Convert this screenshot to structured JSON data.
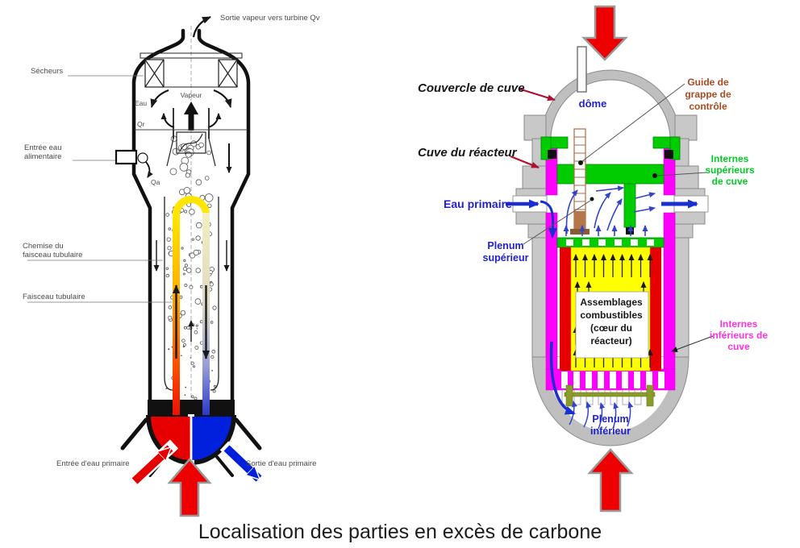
{
  "caption": "Localisation des parties en excès de carbone",
  "palette": {
    "primary_red": "#ee0000",
    "primary_blue": "#0020dd",
    "flow_blue": "#2233cc",
    "vessel_gray": "#bfbfbf",
    "internals_green": "#00cc00",
    "internals_magenta": "#ff00ff",
    "core_yellow": "#ffff00",
    "core_red": "#e60000",
    "hot_leg_orange": "#ff9000",
    "label_dark_red": "#b01030",
    "guide_brown": "#a84a22"
  },
  "left": {
    "title": "steam-generator",
    "labels": {
      "sortie_vapeur": "Sortie vapeur vers turbine Qv",
      "secheurs": "Sécheurs",
      "eau": "Eau",
      "vapeur": "Vapeur",
      "qr": "Qr",
      "entree_alim1": "Entrée eau",
      "entree_alim2": "alimentaire",
      "qa": "Qa",
      "chemise1": "Chemise du",
      "chemise2": "faisceau tubulaire",
      "faisceau": "Faisceau tubulaire",
      "entree_primaire": "Entrée d'eau primaire",
      "sortie_primaire": "Sortie d'eau primaire"
    }
  },
  "right": {
    "title": "reactor-vessel",
    "labels": {
      "couvercle": "Couvercle de cuve",
      "dome": "dôme",
      "guide1": "Guide de",
      "guide2": "grappe de",
      "guide3": "contrôle",
      "cuve": "Cuve du réacteur",
      "internes_sup1": "Internes",
      "internes_sup2": "supérieurs",
      "internes_sup3": "de cuve",
      "eau_primaire": "Eau primaire",
      "plenum_sup1": "Plenum",
      "plenum_sup2": "supérieur",
      "assemblages1": "Assemblages",
      "assemblages2": "combustibles",
      "assemblages3": "(cœur du",
      "assemblages4": "réacteur)",
      "internes_inf1": "Internes",
      "internes_inf2": "inférieurs de",
      "internes_inf3": "cuve",
      "plenum_inf1": "Plenum",
      "plenum_inf2": "inférieur"
    }
  }
}
